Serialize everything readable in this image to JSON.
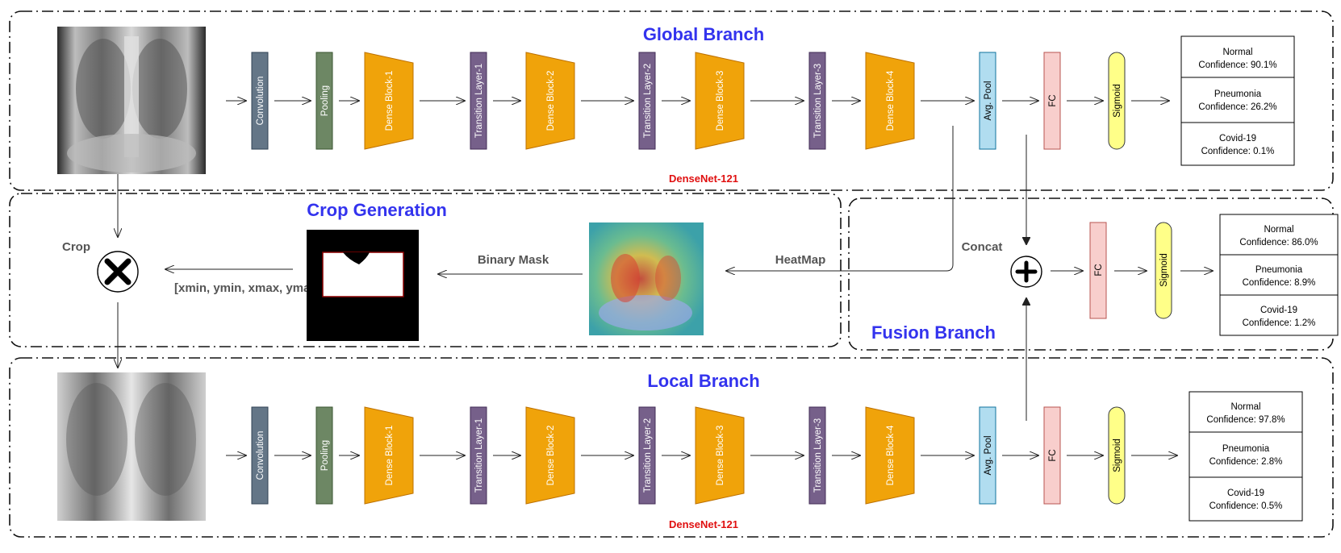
{
  "global_branch": {
    "title": "Global Branch",
    "backbone_label": "DenseNet-121",
    "layers": [
      {
        "label": "Convolution",
        "kind": "rect",
        "fill": "#647687",
        "text_color": "#ffffff"
      },
      {
        "label": "Pooling",
        "kind": "rect",
        "fill": "#6d8764",
        "text_color": "#ffffff"
      },
      {
        "label": "Dense Block-1",
        "kind": "trap",
        "fill": "#f0a30a",
        "text_color": "#ffffff"
      },
      {
        "label": "Transition Layer-1",
        "kind": "rect",
        "fill": "#76608a",
        "text_color": "#ffffff"
      },
      {
        "label": "Dense Block-2",
        "kind": "trap",
        "fill": "#f0a30a",
        "text_color": "#ffffff"
      },
      {
        "label": "Transition Layer-2",
        "kind": "rect",
        "fill": "#76608a",
        "text_color": "#ffffff"
      },
      {
        "label": "Dense Block-3",
        "kind": "trap",
        "fill": "#f0a30a",
        "text_color": "#ffffff"
      },
      {
        "label": "Transition Layer-3",
        "kind": "rect",
        "fill": "#76608a",
        "text_color": "#ffffff"
      },
      {
        "label": "Dense Block-4",
        "kind": "trap",
        "fill": "#f0a30a",
        "text_color": "#ffffff"
      },
      {
        "label": "Avg. Pool",
        "kind": "rect",
        "fill": "#b1ddf0",
        "text_color": "#000000"
      },
      {
        "label": "FC",
        "kind": "rect",
        "fill": "#f8cecc",
        "text_color": "#000000"
      },
      {
        "label": "Sigmoid",
        "kind": "pill",
        "fill": "#ffff88",
        "text_color": "#000000"
      }
    ],
    "outputs": [
      {
        "label": "Normal",
        "confidence": "Confidence: 90.1%"
      },
      {
        "label": "Pneumonia",
        "confidence": "Confidence: 26.2%"
      },
      {
        "label": "Covid-19",
        "confidence": "Confidence: 0.1%"
      }
    ]
  },
  "local_branch": {
    "title": "Local Branch",
    "backbone_label": "DenseNet-121",
    "layers": [
      {
        "label": "Convolution",
        "kind": "rect",
        "fill": "#647687",
        "text_color": "#ffffff"
      },
      {
        "label": "Pooling",
        "kind": "rect",
        "fill": "#6d8764",
        "text_color": "#ffffff"
      },
      {
        "label": "Dense Block-1",
        "kind": "trap",
        "fill": "#f0a30a",
        "text_color": "#ffffff"
      },
      {
        "label": "Transition Layer-1",
        "kind": "rect",
        "fill": "#76608a",
        "text_color": "#ffffff"
      },
      {
        "label": "Dense Block-2",
        "kind": "trap",
        "fill": "#f0a30a",
        "text_color": "#ffffff"
      },
      {
        "label": "Transition Layer-2",
        "kind": "rect",
        "fill": "#76608a",
        "text_color": "#ffffff"
      },
      {
        "label": "Dense Block-3",
        "kind": "trap",
        "fill": "#f0a30a",
        "text_color": "#ffffff"
      },
      {
        "label": "Transition Layer-3",
        "kind": "rect",
        "fill": "#76608a",
        "text_color": "#ffffff"
      },
      {
        "label": "Dense Block-4",
        "kind": "trap",
        "fill": "#f0a30a",
        "text_color": "#ffffff"
      },
      {
        "label": "Avg. Pool",
        "kind": "rect",
        "fill": "#b1ddf0",
        "text_color": "#000000"
      },
      {
        "label": "FC",
        "kind": "rect",
        "fill": "#f8cecc",
        "text_color": "#000000"
      },
      {
        "label": "Sigmoid",
        "kind": "pill",
        "fill": "#ffff88",
        "text_color": "#000000"
      }
    ],
    "outputs": [
      {
        "label": "Normal",
        "confidence": "Confidence: 97.8%"
      },
      {
        "label": "Pneumonia",
        "confidence": "Confidence: 2.8%"
      },
      {
        "label": "Covid-19",
        "confidence": "Confidence: 0.5%"
      }
    ]
  },
  "crop_generation": {
    "title": "Crop Generation",
    "crop_label": "Crop",
    "coords_label": "[xmin, ymin, xmax, ymax]",
    "binary_mask_label": "Binary Mask",
    "heatmap_label": "HeatMap"
  },
  "fusion_branch": {
    "title": "Fusion Branch",
    "concat_label": "Concat",
    "layers": [
      {
        "label": "FC",
        "kind": "rect",
        "fill": "#f8cecc",
        "text_color": "#000000"
      },
      {
        "label": "Sigmoid",
        "kind": "pill",
        "fill": "#ffff88",
        "text_color": "#000000"
      }
    ],
    "outputs": [
      {
        "label": "Normal",
        "confidence": "Confidence: 86.0%"
      },
      {
        "label": "Pneumonia",
        "confidence": "Confidence: 8.9%"
      },
      {
        "label": "Covid-19",
        "confidence": "Confidence: 1.2%"
      }
    ]
  },
  "colors": {
    "title": "#3333ee",
    "backbone": "#e01010",
    "label_gray": "#555555"
  }
}
